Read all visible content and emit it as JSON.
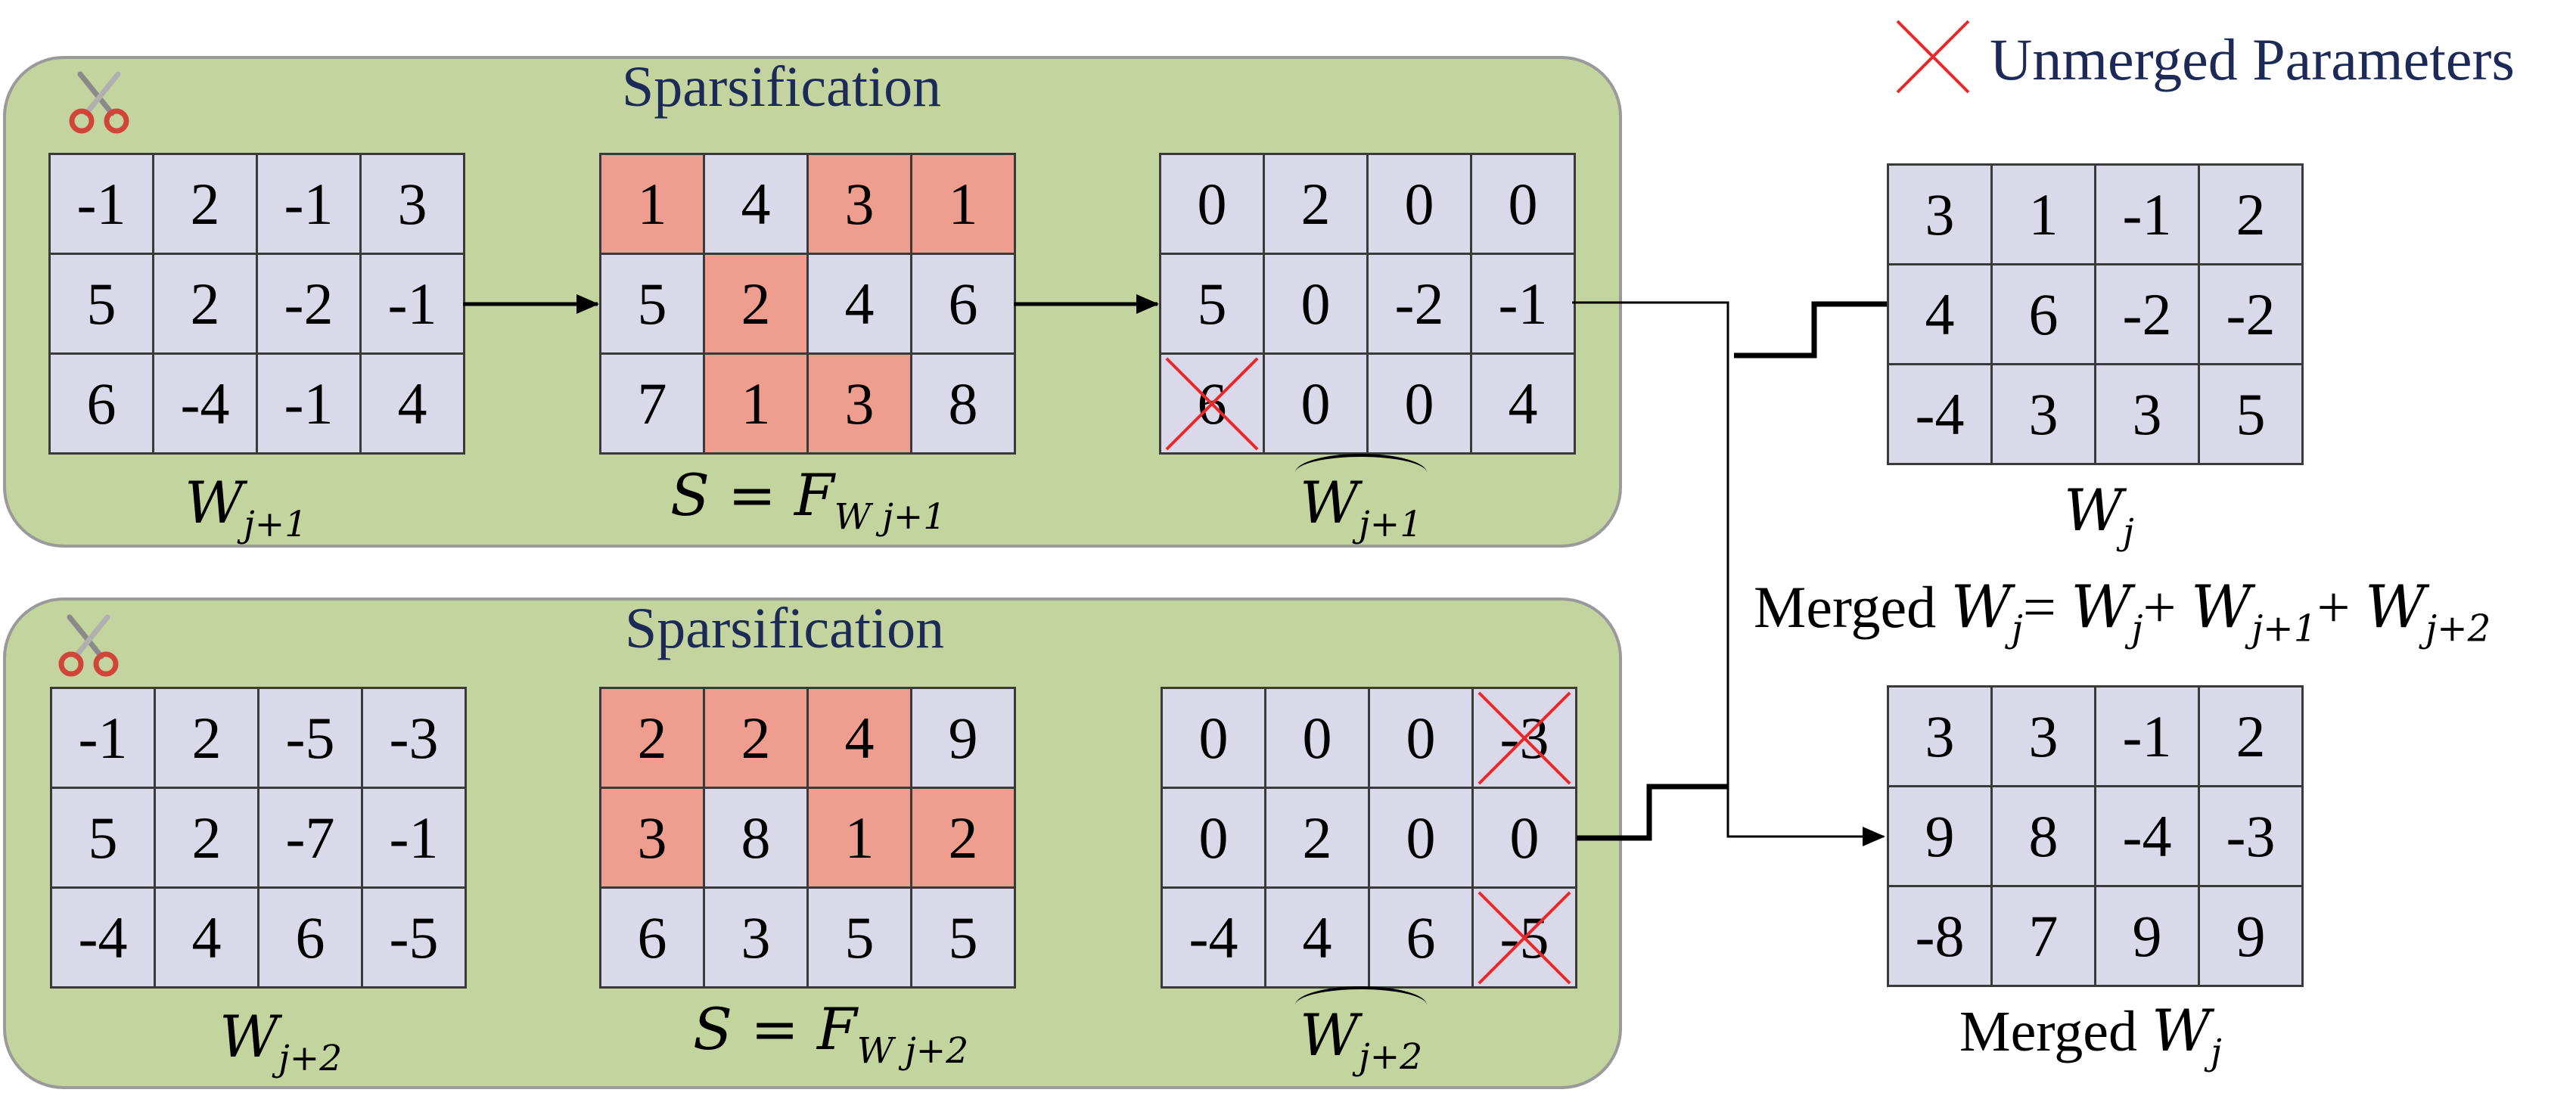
{
  "legend": {
    "label": "Unmerged Parameters",
    "marker_color": "#e8282a"
  },
  "panels": [
    {
      "title": "Sparsification",
      "input": {
        "cells": [
          [
            -1,
            2,
            -1,
            3
          ],
          [
            5,
            2,
            -2,
            -1
          ],
          [
            6,
            -4,
            -1,
            4
          ]
        ]
      },
      "scores": {
        "cells": [
          [
            1,
            4,
            3,
            1
          ],
          [
            5,
            2,
            4,
            6
          ],
          [
            7,
            1,
            3,
            8
          ]
        ],
        "highlight": [
          [
            true,
            false,
            true,
            true
          ],
          [
            false,
            true,
            false,
            false
          ],
          [
            false,
            true,
            true,
            false
          ]
        ]
      },
      "output": {
        "cells": [
          [
            0,
            2,
            0,
            0
          ],
          [
            5,
            0,
            -2,
            -1
          ],
          [
            6,
            0,
            0,
            4
          ]
        ],
        "crossed": [
          [
            false,
            false,
            false,
            false
          ],
          [
            false,
            false,
            false,
            false
          ],
          [
            true,
            false,
            false,
            false
          ]
        ]
      },
      "label_input": "W",
      "sub_input": "j+1",
      "label_scores_prefix": "S = F",
      "sub_scores": "W j+1",
      "label_output": "W",
      "sub_output": "j+1"
    },
    {
      "title": "Sparsification",
      "input": {
        "cells": [
          [
            -1,
            2,
            -5,
            -3
          ],
          [
            5,
            2,
            -7,
            -1
          ],
          [
            -4,
            4,
            6,
            -5
          ]
        ]
      },
      "scores": {
        "cells": [
          [
            2,
            2,
            4,
            9
          ],
          [
            3,
            8,
            1,
            2
          ],
          [
            6,
            3,
            5,
            5
          ]
        ],
        "highlight": [
          [
            true,
            true,
            true,
            false
          ],
          [
            true,
            false,
            true,
            true
          ],
          [
            false,
            false,
            false,
            false
          ]
        ]
      },
      "output": {
        "cells": [
          [
            0,
            0,
            0,
            -3
          ],
          [
            0,
            2,
            0,
            0
          ],
          [
            -4,
            4,
            6,
            -5
          ]
        ],
        "crossed": [
          [
            false,
            false,
            false,
            true
          ],
          [
            false,
            false,
            false,
            false
          ],
          [
            false,
            false,
            false,
            true
          ]
        ]
      },
      "label_input": "W",
      "sub_input": "j+2",
      "label_scores_prefix": "S = F",
      "sub_scores": "W j+2",
      "label_output": "W",
      "sub_output": "j+2"
    }
  ],
  "base_matrix": {
    "cells": [
      [
        3,
        1,
        -1,
        2
      ],
      [
        4,
        6,
        -2,
        -2
      ],
      [
        -4,
        3,
        3,
        5
      ]
    ],
    "label": "W",
    "sub": "j"
  },
  "formula": {
    "prefix": "Merged ",
    "lhs": "W",
    "lhs_sub": "j",
    "eq": "= ",
    "t1": "W",
    "t1_sub": "j",
    "plus1": "+ ",
    "t2": "W",
    "t2_sub": "j+1",
    "plus2": "+ ",
    "t3": "W",
    "t3_sub": "j+2"
  },
  "merged_matrix": {
    "cells": [
      [
        3,
        3,
        -1,
        2
      ],
      [
        9,
        8,
        -4,
        -3
      ],
      [
        -8,
        7,
        9,
        9
      ]
    ],
    "label_prefix": "Merged ",
    "label": "W",
    "sub": "j"
  }
}
